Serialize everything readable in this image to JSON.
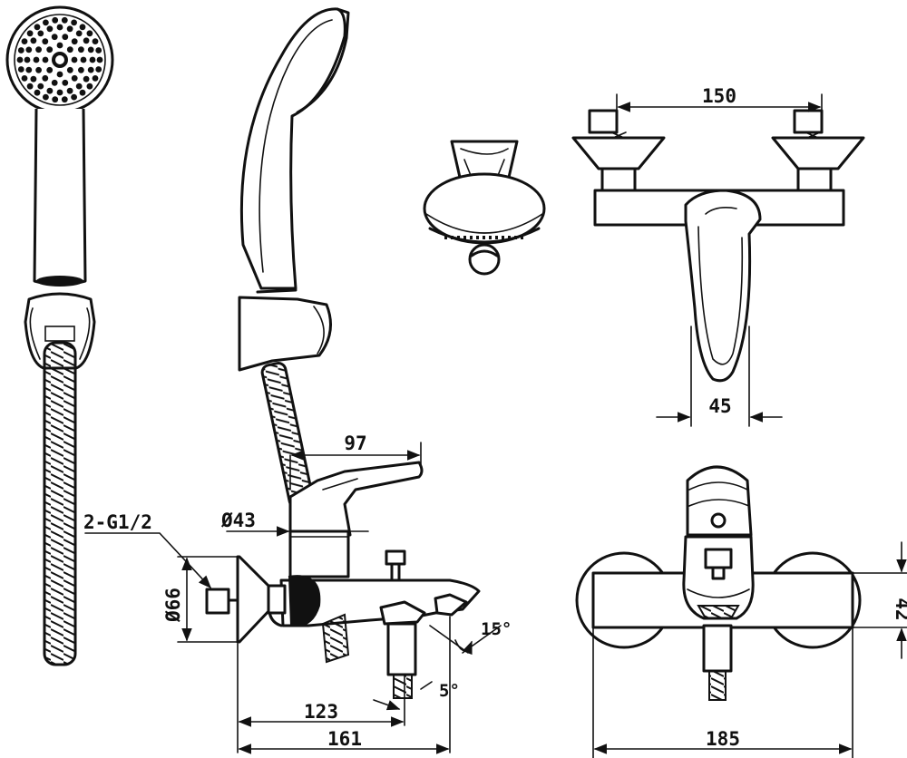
{
  "dimensions": {
    "top_centers": "150",
    "spout_width": "45",
    "lever_reach": "97",
    "connection": "2-G1/2",
    "body_diameter": "Ø43",
    "flange_diameter": "Ø66",
    "spout_angle": "15°",
    "lever_angle": "5°",
    "mount_to_spout": "123",
    "total_depth": "161",
    "total_width": "185",
    "body_height": "42"
  },
  "icons": [
    "shower-head",
    "hose",
    "shower-holder",
    "mixer-body",
    "eccentric-connector"
  ]
}
